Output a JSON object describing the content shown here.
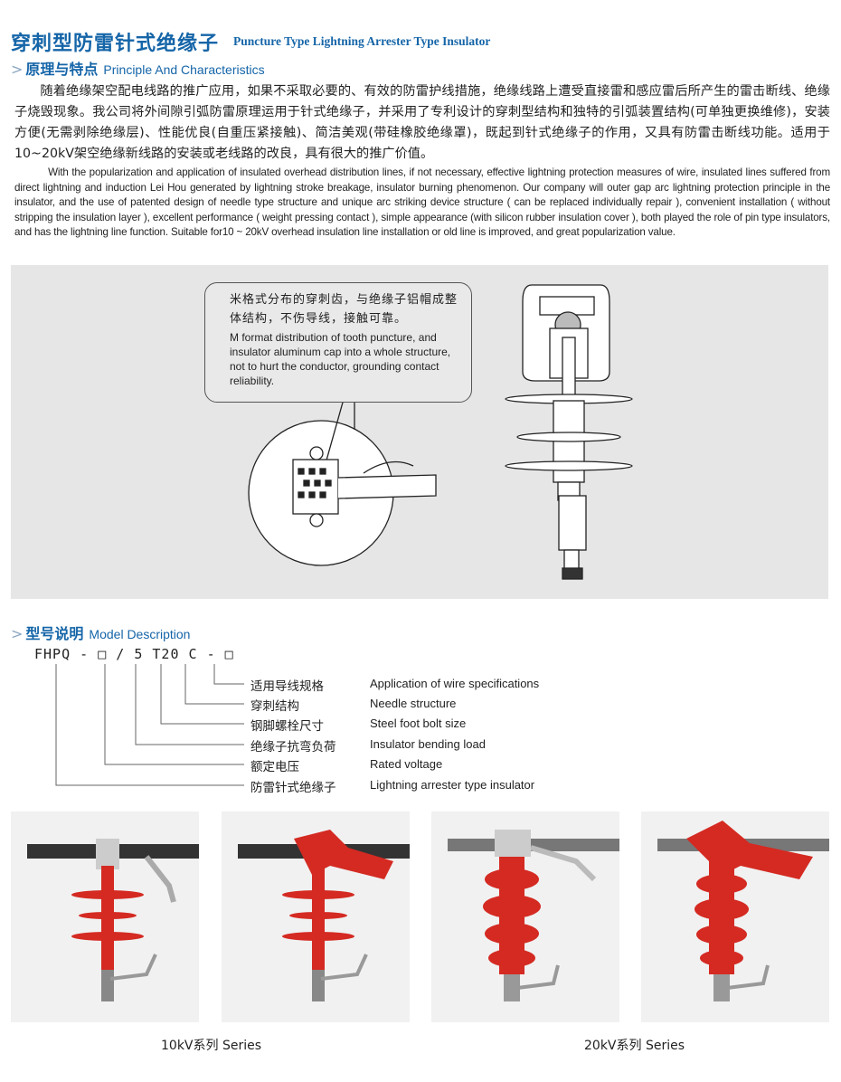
{
  "header": {
    "title_cn": "穿刺型防雷针式绝缘子",
    "title_en": "Puncture Type Lightning Arrester Type Insulator"
  },
  "principle": {
    "chevron": ">",
    "heading_cn": "原理与特点",
    "heading_en": "Principle And Characteristics",
    "paragraph_cn": "随着绝缘架空配电线路的推广应用，如果不采取必要的、有效的防雷护线措施，绝缘线路上遭受直接雷和感应雷后所产生的雷击断线、绝缘子烧毁现象。我公司将外间隙引弧防雷原理运用于针式绝缘子，并采用了专利设计的穿刺型结构和独特的引弧装置结构(可单独更换维修)，安装方便(无需剥除绝缘层)、性能优良(自重压紧接触)、简洁美观(带硅橡胶绝缘罩)，既起到针式绝缘子的作用，又具有防雷击断线功能。适用于10~20kV架空绝缘新线路的安装或老线路的改良，具有很大的推广价值。",
    "paragraph_en": "With the popularization and application of insulated overhead distribution lines, if not necessary, effective lightning protection measures of wire, insulated lines suffered from direct lightning and induction Lei Hou generated by lightning stroke breakage, insulator burning phenomenon. Our company will outer gap arc lightning protection principle in the insulator, and the use of patented design of needle type structure and unique arc striking device structure ( can be replaced individually repair ), convenient installation ( without stripping the insulation layer ), excellent performance ( weight pressing contact ), simple appearance (with silicon rubber insulation cover ), both played the role of pin type insulators, and has the lightning line function. Suitable for10 ~ 20kV overhead insulation line installation or old line is improved, and great popularization value."
  },
  "diagram": {
    "callout_cn": "米格式分布的穿刺齿，与绝缘子铝帽成整体结构，不伤导线，接触可靠。",
    "callout_en": "M format distribution of tooth puncture, and insulator aluminum cap into a whole structure, not to hurt the conductor, grounding contact reliability."
  },
  "model": {
    "chevron": ">",
    "heading_cn": "型号说明",
    "heading_en": "Model Description",
    "code": "FHPQ - □ / 5 T20 C - □",
    "rows": [
      {
        "cn": "适用导线规格",
        "en": "Application of wire specifications"
      },
      {
        "cn": "穿刺结构",
        "en": "Needle structure"
      },
      {
        "cn": "钢脚螺栓尺寸",
        "en": "Steel foot bolt size"
      },
      {
        "cn": "绝缘子抗弯负荷",
        "en": "Insulator bending load"
      },
      {
        "cn": "额定电压",
        "en": "Rated voltage"
      },
      {
        "cn": "防雷针式绝缘子",
        "en": "Lightning arrester type insulator"
      }
    ]
  },
  "gallery": {
    "caption_10kv": "10kV系列 Series",
    "caption_20kv": "20kV系列 Series"
  },
  "colors": {
    "accent": "#1565a8",
    "insulator_red": "#d42a22",
    "panel": "#e6e6e6"
  }
}
